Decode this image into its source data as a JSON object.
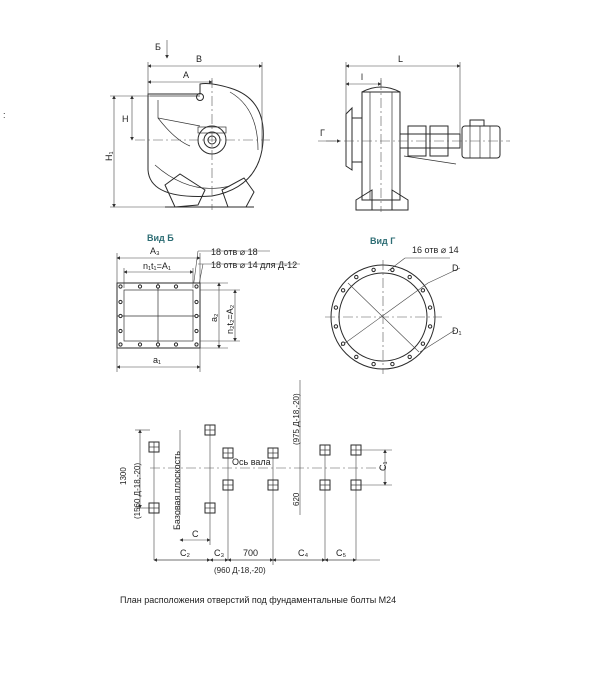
{
  "top_labels": {
    "B_arrow": "Б",
    "A": "A",
    "B": "B",
    "H": "H",
    "H1": "H₁",
    "L": "L",
    "l": "l",
    "G_arrow": "Г"
  },
  "view_b": {
    "title": "Вид Б",
    "note1": "18 отв ⌀ 18",
    "note2": "18 отв ⌀ 14 для Д-12",
    "A3": "A₃",
    "n1t1": "n₁t₁=A₁",
    "a2": "a₂",
    "n2t2": "n₂t₂=A₂",
    "a1": "a₁"
  },
  "view_g": {
    "title": "Вид Г",
    "note": "16 отв ⌀ 14",
    "D": "D",
    "D1": "D₁"
  },
  "plan": {
    "dim_1300": "1300",
    "dim_1560": "(1560 Д-18,-20)",
    "base_plane": "Базовая плоскость",
    "shaft_axis": "Ось вала",
    "dim_975": "(975 Д-18,-20)",
    "dim_620": "620",
    "C": "C",
    "C1": "C₁",
    "C2": "C₂",
    "C3": "C₃",
    "dim_700": "700",
    "C4": "C₄",
    "C5": "C₅",
    "dim_960": "(960 Д-18,-20)",
    "caption": "План расположения отверстий под фундаментальные болты М24"
  },
  "margin_mark": ":"
}
